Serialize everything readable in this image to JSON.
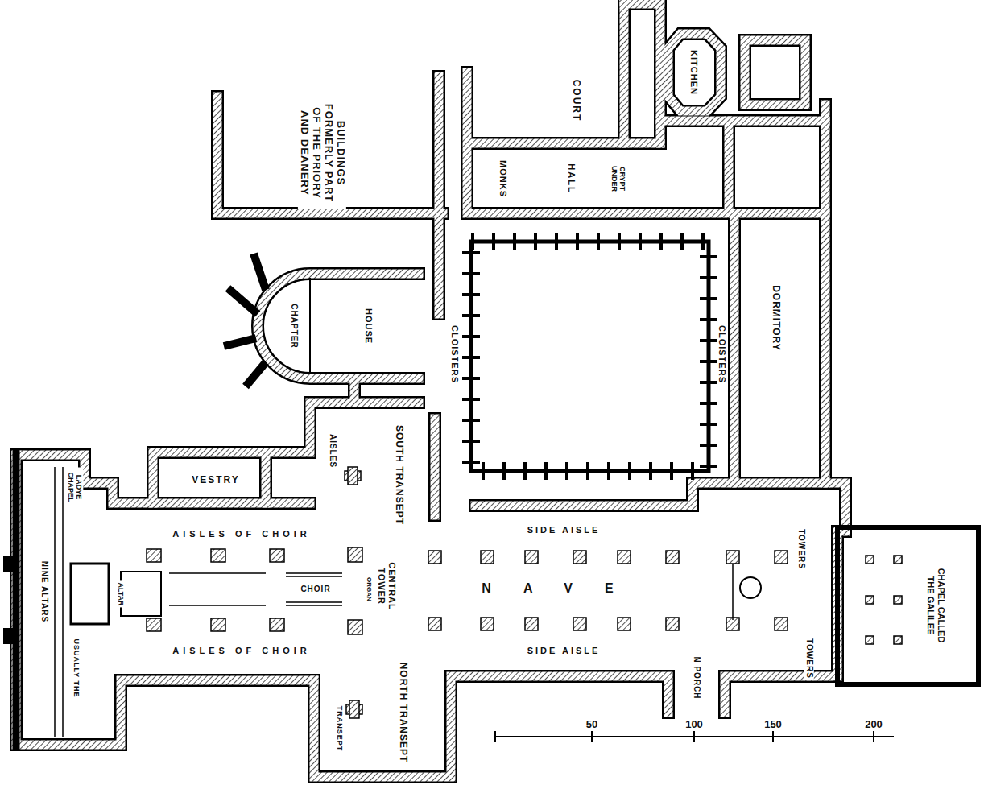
{
  "diagram": {
    "labels": [
      "BUILDINGS FORMERLY PART OF THE PRIORY AND DEANERY",
      "COURT",
      "KITCHEN",
      "MONKS",
      "HALL",
      "CRYPT UNDER",
      "CHAPTER",
      "HOUSE",
      "CLOISTERS",
      "CLOISTERS",
      "DORMITORY",
      "VESTRY",
      "LADYE CHAPEL",
      "AISLES",
      "SOUTH TRANSEPT",
      "AISLES OF CHOIR",
      "AISLES OF CHOIR",
      "ALTAR",
      "CHOIR",
      "ORGAN",
      "CENTRAL TOWER",
      "NAVE",
      "SIDE AISLE",
      "SIDE AISLE",
      "TOWERS",
      "TOWERS",
      "CHAPEL CALLED THE GALILEE",
      "N PORCH",
      "NORTH TRANSEPT",
      "TRANSEPT",
      "NINE ALTARS",
      "USUALLY THE",
      "50",
      "100",
      "150",
      "200"
    ]
  }
}
